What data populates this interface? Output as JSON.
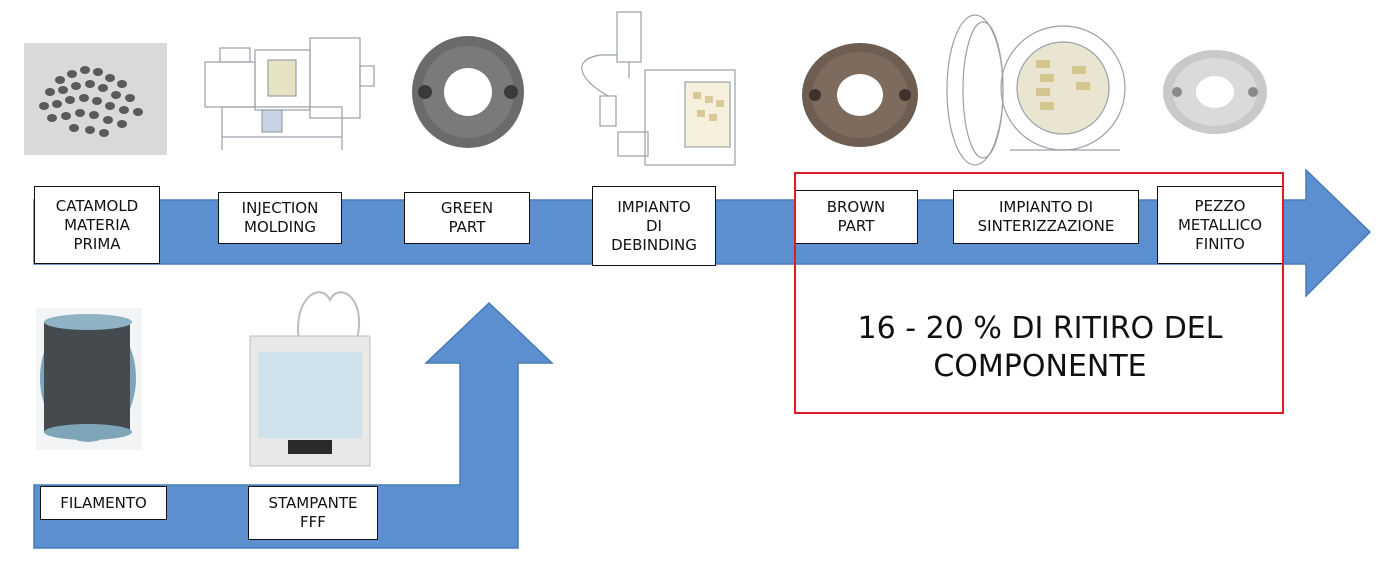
{
  "colors": {
    "arrow_fill": "#5b8fcf",
    "arrow_stroke": "#4a7bb8",
    "callout_border": "#e01b24"
  },
  "top_process": [
    "CATAMOLD\nMATERIA\nPRIMA",
    "INJECTION\nMOLDING",
    "GREEN\nPART",
    "IMPIANTO\nDI\nDEBINDING",
    "BROWN\nPART",
    "IMPIANTO DI\nSINTERIZZAZIONE",
    "PEZZO\nMETALLICO\nFINITO"
  ],
  "bottom_process": [
    "FILAMENTO",
    "STAMPANTE\nFFF"
  ],
  "callout": {
    "text": "16 - 20 % DI RITIRO DEL\nCOMPONENTE"
  },
  "images": [
    "catamold-pellets-photo",
    "injection-molding-machine-drawing",
    "green-part-photo",
    "debinding-furnace-drawing",
    "brown-part-photo",
    "sintering-furnace-drawing",
    "finished-metal-part-photo",
    "filament-spool-photo",
    "fff-printer-photo"
  ]
}
